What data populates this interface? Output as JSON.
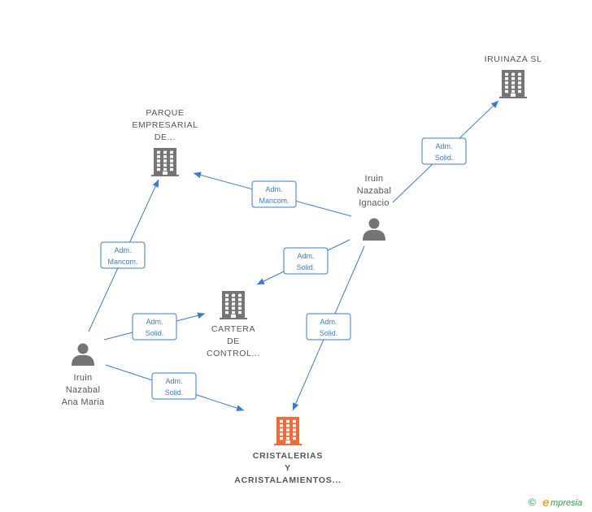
{
  "nodes": [
    {
      "id": "parque",
      "kind": "company",
      "lines": [
        "PARQUE",
        "EMPRESARIAL",
        "DE..."
      ],
      "color": "#757575"
    },
    {
      "id": "iruinaza",
      "kind": "company",
      "lines": [
        "IRUINAZA SL"
      ],
      "color": "#757575"
    },
    {
      "id": "ignacio",
      "kind": "person",
      "lines": [
        "Iruin",
        "Nazabal",
        "Ignacio"
      ],
      "color": "#757575"
    },
    {
      "id": "cartera",
      "kind": "company",
      "lines": [
        "CARTERA",
        "DE",
        "CONTROL..."
      ],
      "color": "#757575"
    },
    {
      "id": "ana",
      "kind": "person",
      "lines": [
        "Iruin",
        "Nazabal",
        "Ana Maria"
      ],
      "color": "#757575"
    },
    {
      "id": "cristalerias",
      "kind": "company",
      "focus": true,
      "lines": [
        "CRISTALERIAS",
        "Y",
        "ACRISTALAMIENTOS..."
      ],
      "color": "#f26a3a"
    }
  ],
  "edges": [
    {
      "from": "ignacio",
      "to": "parque",
      "lines": [
        "Adm.",
        "Mancom."
      ]
    },
    {
      "from": "ignacio",
      "to": "iruinaza",
      "lines": [
        "Adm.",
        "Solid."
      ]
    },
    {
      "from": "ignacio",
      "to": "cartera",
      "lines": [
        "Adm.",
        "Solid."
      ]
    },
    {
      "from": "ignacio",
      "to": "cristalerias",
      "lines": [
        "Adm.",
        "Solid."
      ]
    },
    {
      "from": "ana",
      "to": "parque",
      "lines": [
        "Adm.",
        "Mancom."
      ]
    },
    {
      "from": "ana",
      "to": "cartera",
      "lines": [
        "Adm.",
        "Solid."
      ]
    },
    {
      "from": "ana",
      "to": "cristalerias",
      "lines": [
        "Adm.",
        "Solid."
      ]
    }
  ],
  "footer": {
    "copyright": "©",
    "brand_initial": "e",
    "brand_rest": "mpresia"
  },
  "colors": {
    "edge": "#3a7bd5",
    "node": "#757575",
    "focus": "#f26a3a",
    "brand_green": "#2e9e4d",
    "brand_orange": "#f5a623"
  }
}
